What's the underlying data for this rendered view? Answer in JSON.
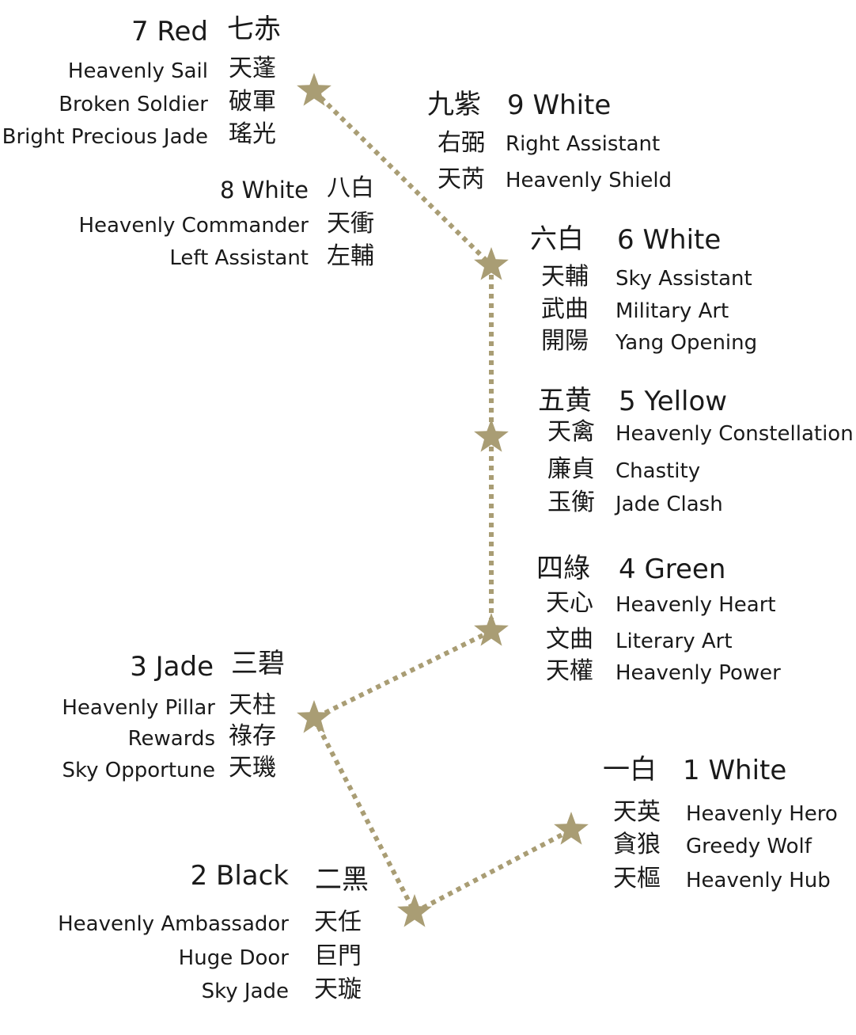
{
  "colors": {
    "star": "#a99d74",
    "path": "#a99d74",
    "text": "#1a1a1a"
  },
  "stars": [
    {
      "name": "7 Red"
    },
    {
      "name": "6 White"
    },
    {
      "name": "5 Yellow"
    },
    {
      "name": "4 Green"
    },
    {
      "name": "3 Jade"
    },
    {
      "name": "2 Black"
    },
    {
      "name": "1 White"
    }
  ],
  "red7": {
    "title": "7 Red",
    "zh": "七赤",
    "items": [
      {
        "en": "Heavenly Sail",
        "zh": "天蓬"
      },
      {
        "en": "Broken Soldier",
        "zh": "破軍"
      },
      {
        "en": "Bright Precious Jade",
        "zh": "瑤光"
      }
    ]
  },
  "white8": {
    "title": "8 White",
    "zh": "八白",
    "items": [
      {
        "en": "Heavenly Commander",
        "zh": "天衝"
      },
      {
        "en": "Left Assistant",
        "zh": "左輔"
      }
    ]
  },
  "white9": {
    "title": "9 White",
    "zh": "九紫",
    "items": [
      {
        "en": "Right Assistant",
        "zh": "右弼"
      },
      {
        "en": "Heavenly Shield",
        "zh": "天芮"
      }
    ]
  },
  "white6": {
    "title": "6 White",
    "zh": "六白",
    "items": [
      {
        "en": "Sky Assistant",
        "zh": "天輔"
      },
      {
        "en": "Military Art",
        "zh": "武曲"
      },
      {
        "en": "Yang Opening",
        "zh": "開陽"
      }
    ]
  },
  "yellow5": {
    "title": "5 Yellow",
    "zh": "五黄",
    "items": [
      {
        "en": "Heavenly Constellation",
        "zh": "天禽"
      },
      {
        "en": "Chastity",
        "zh": "廉貞"
      },
      {
        "en": "Jade Clash",
        "zh": "玉衡"
      }
    ]
  },
  "green4": {
    "title": "4 Green",
    "zh": "四綠",
    "items": [
      {
        "en": "Heavenly Heart",
        "zh": "天心"
      },
      {
        "en": "Literary Art",
        "zh": "文曲"
      },
      {
        "en": "Heavenly Power",
        "zh": "天權"
      }
    ]
  },
  "jade3": {
    "title": "3 Jade",
    "zh": "三碧",
    "items": [
      {
        "en": "Heavenly Pillar",
        "zh": "天柱"
      },
      {
        "en": "Rewards",
        "zh": "祿存"
      },
      {
        "en": "Sky Opportune",
        "zh": "天璣"
      }
    ]
  },
  "black2": {
    "title": "2 Black",
    "zh": "二黑",
    "items": [
      {
        "en": "Heavenly Ambassador",
        "zh": "天任"
      },
      {
        "en": "Huge Door",
        "zh": "巨門"
      },
      {
        "en": "Sky Jade",
        "zh": "天璇"
      }
    ]
  },
  "white1": {
    "title": "1 White",
    "zh": "一白",
    "items": [
      {
        "en": "Heavenly Hero",
        "zh": "天英"
      },
      {
        "en": "Greedy Wolf",
        "zh": "貪狼"
      },
      {
        "en": "Heavenly Hub",
        "zh": "天樞"
      }
    ]
  }
}
